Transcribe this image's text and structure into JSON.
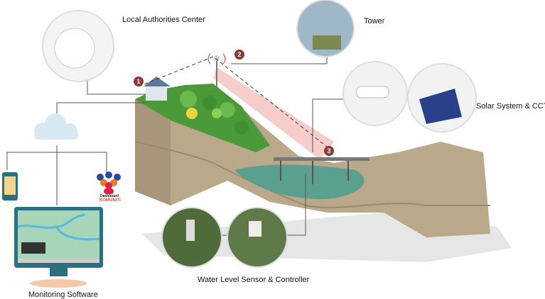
{
  "labels": {
    "local_authorities": "Local Authorities Center",
    "tower": "Tower",
    "solar_cctv": "Solar System & CCTV",
    "water_level": "Water Level Sensor & Controller",
    "monitoring": "Monitoring Software",
    "dashboard": "Dashboard",
    "komuniti": "KOMUNITI"
  },
  "badges": [
    "1",
    "2",
    "3"
  ],
  "colors": {
    "badge": "#8b3a3a",
    "monitor": "#2b6f80",
    "ground": "#b9a88a",
    "grass": "#4a9a3a",
    "water": "#4a9e8e",
    "beam": "#f2b8b0"
  }
}
